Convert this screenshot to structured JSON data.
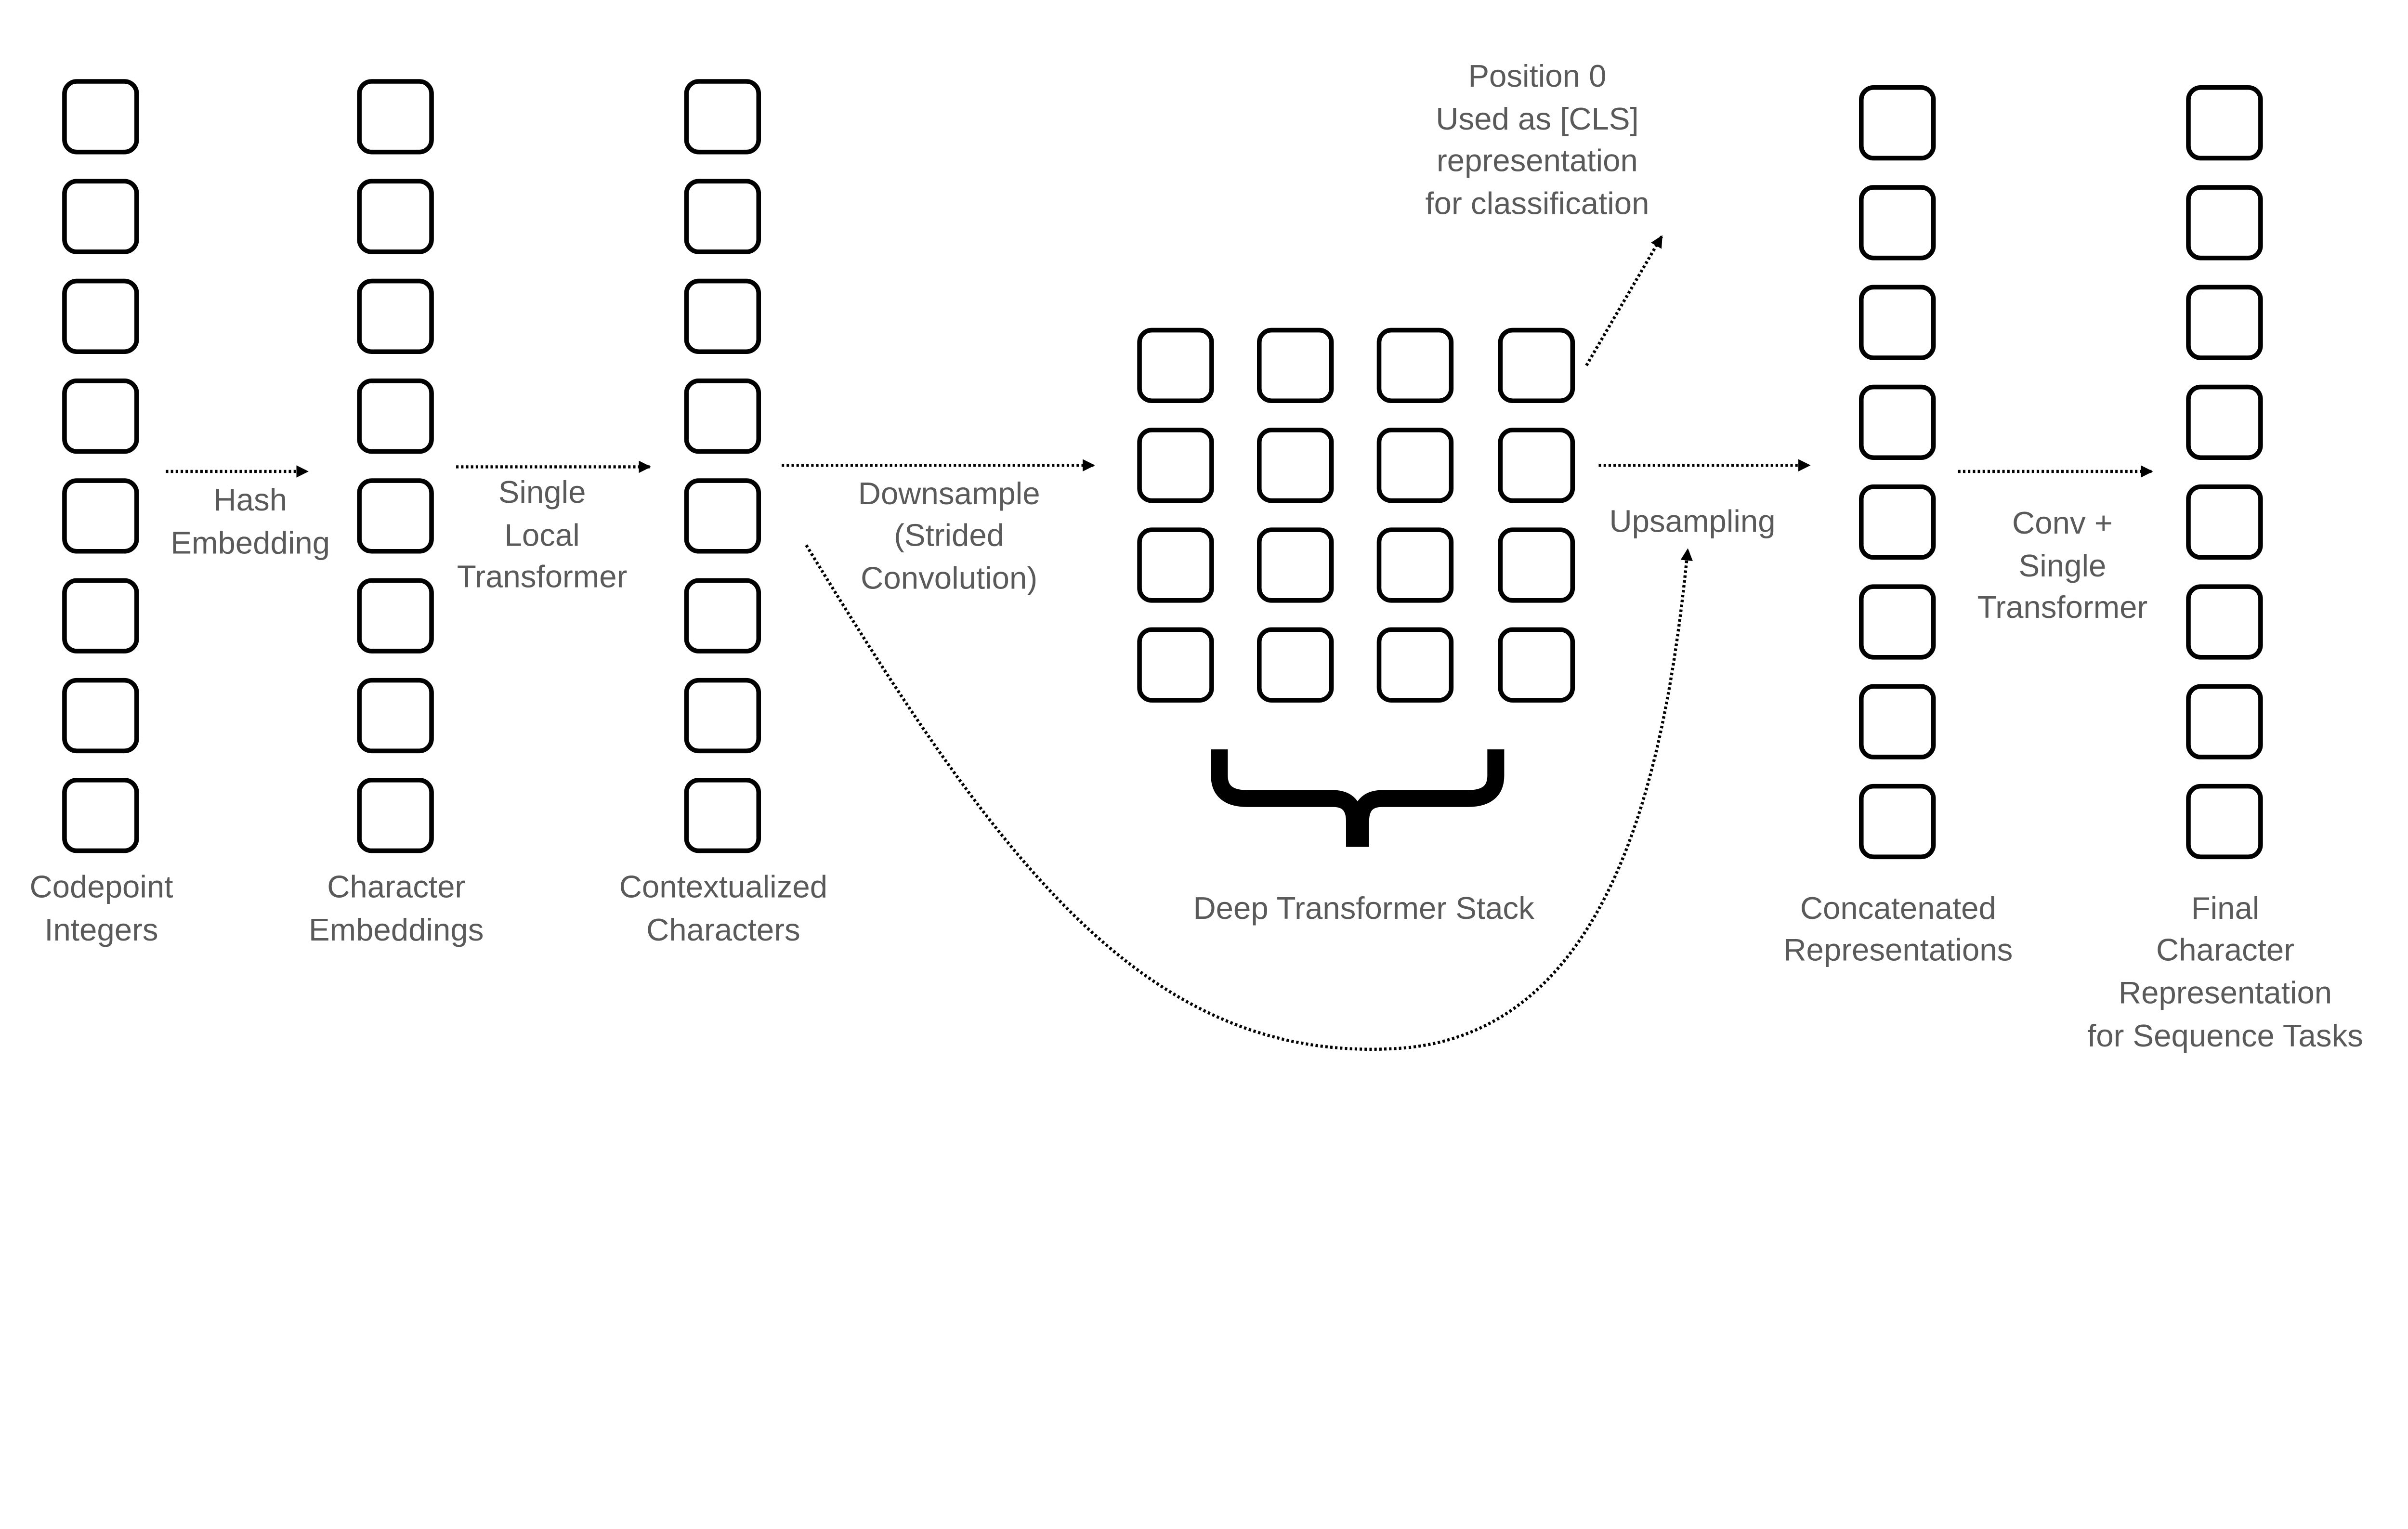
{
  "columns": {
    "codepoint": {
      "line1": "Codepoint",
      "line2": "Integers"
    },
    "char_emb": {
      "line1": "Character",
      "line2": "Embeddings"
    },
    "contextual": {
      "line1": "Contextualized",
      "line2": "Characters"
    },
    "deep_stack": {
      "line1": "Deep Transformer Stack"
    },
    "concat": {
      "line1": "Concatenated",
      "line2": "Representations"
    },
    "final": {
      "line1": "Final",
      "line2": "Character",
      "line3": "Representation",
      "line4": "for Sequence Tasks"
    }
  },
  "arrows": {
    "hash": {
      "line1": "Hash",
      "line2": "Embedding"
    },
    "local": {
      "line1": "Single",
      "line2": "Local",
      "line3": "Transformer"
    },
    "down": {
      "line1": "Downsample",
      "line2": "(Strided",
      "line3": "Convolution)"
    },
    "up": {
      "line1": "Upsampling"
    },
    "conv": {
      "line1": "Conv +",
      "line2": "Single",
      "line3": "Transformer"
    },
    "cls": {
      "line1": "Position 0",
      "line2": "Used as [CLS]",
      "line3": "representation",
      "line4": "for classification"
    }
  },
  "structure": {
    "sequence_length": 8,
    "grid_rows": 4,
    "grid_cols": 4
  }
}
